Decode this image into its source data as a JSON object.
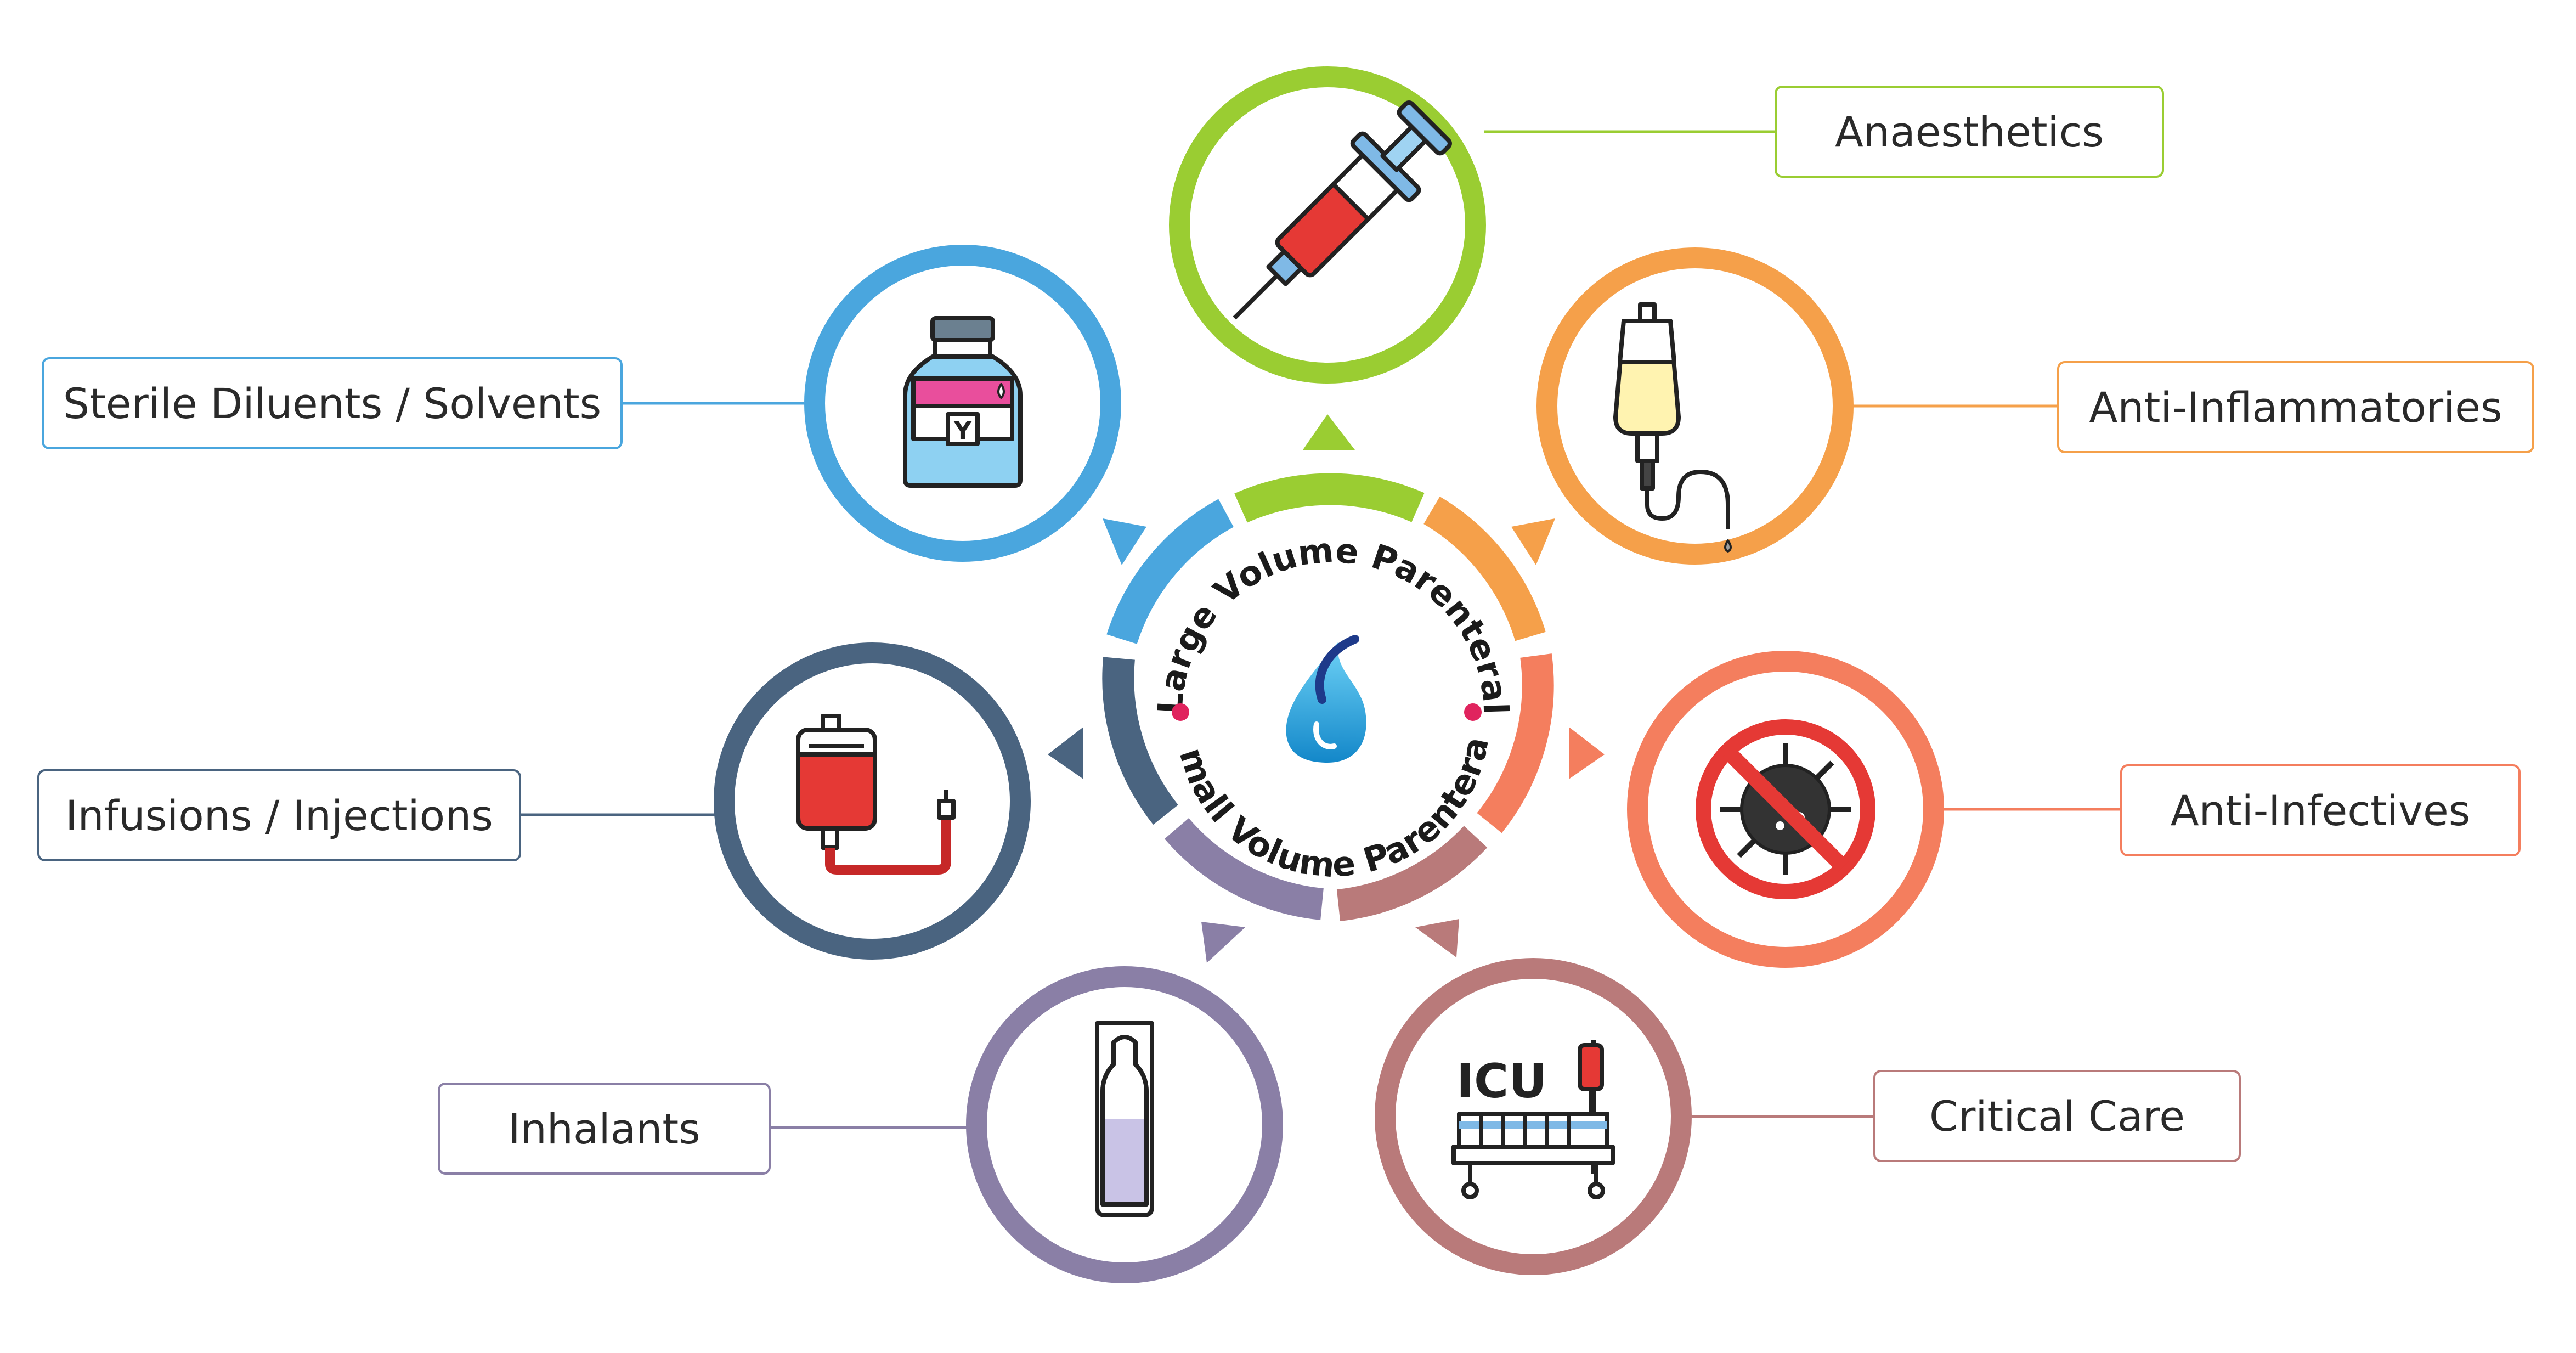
{
  "center": {
    "top_text": "Large Volume Parenteral",
    "bottom_text": "Small Volume Parenteral"
  },
  "categories": [
    {
      "label": "Anaesthetics",
      "color": "#9ACD32",
      "icon": "syringe-icon"
    },
    {
      "label": "Anti-Inflammatories",
      "color": "#F5A04A",
      "icon": "iv-drip-bag-icon"
    },
    {
      "label": "Anti-Infectives",
      "color": "#F47E5E",
      "icon": "no-virus-icon"
    },
    {
      "label": "Critical Care",
      "color": "#B97A7A",
      "icon": "icu-bed-icon"
    },
    {
      "label": "Inhalants",
      "color": "#8A7FA6",
      "icon": "ampoule-icon"
    },
    {
      "label": "Infusions / Injections",
      "color": "#4A6480",
      "icon": "blood-bag-icon"
    },
    {
      "label": "Sterile Diluents / Solvents",
      "color": "#4AA6DE",
      "icon": "medicine-vial-icon"
    }
  ]
}
